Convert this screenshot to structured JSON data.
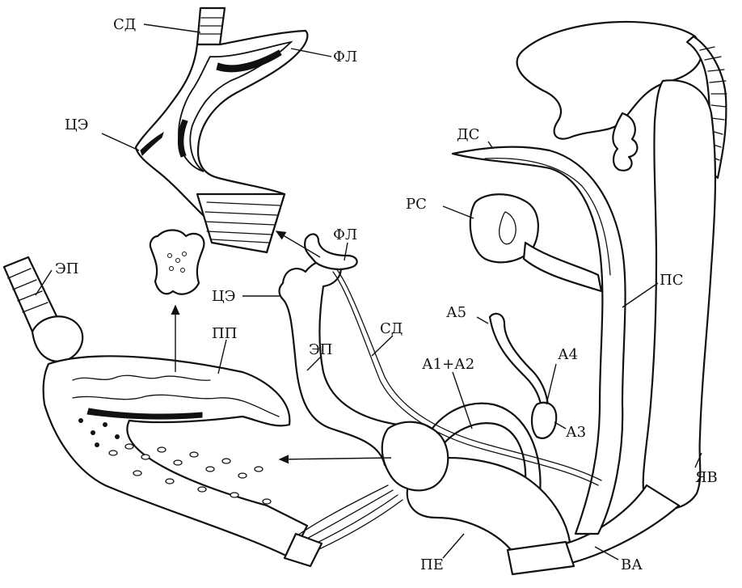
{
  "labels": {
    "sd_top": "СД",
    "fl_top": "ФЛ",
    "tse_top": "ЦЭ",
    "ep_left": "ЭП",
    "pp": "ПП",
    "fl_mid": "ФЛ",
    "tse_mid": "ЦЭ",
    "sd_mid": "СД",
    "ep_mid": "ЭП",
    "ds": "ДС",
    "rs": "РС",
    "ps": "ПС",
    "a5": "А5",
    "a4": "А4",
    "a1a2": "А1+А2",
    "a3": "А3",
    "yav": "ЯВ",
    "pe": "ПЕ",
    "va": "ВА"
  }
}
